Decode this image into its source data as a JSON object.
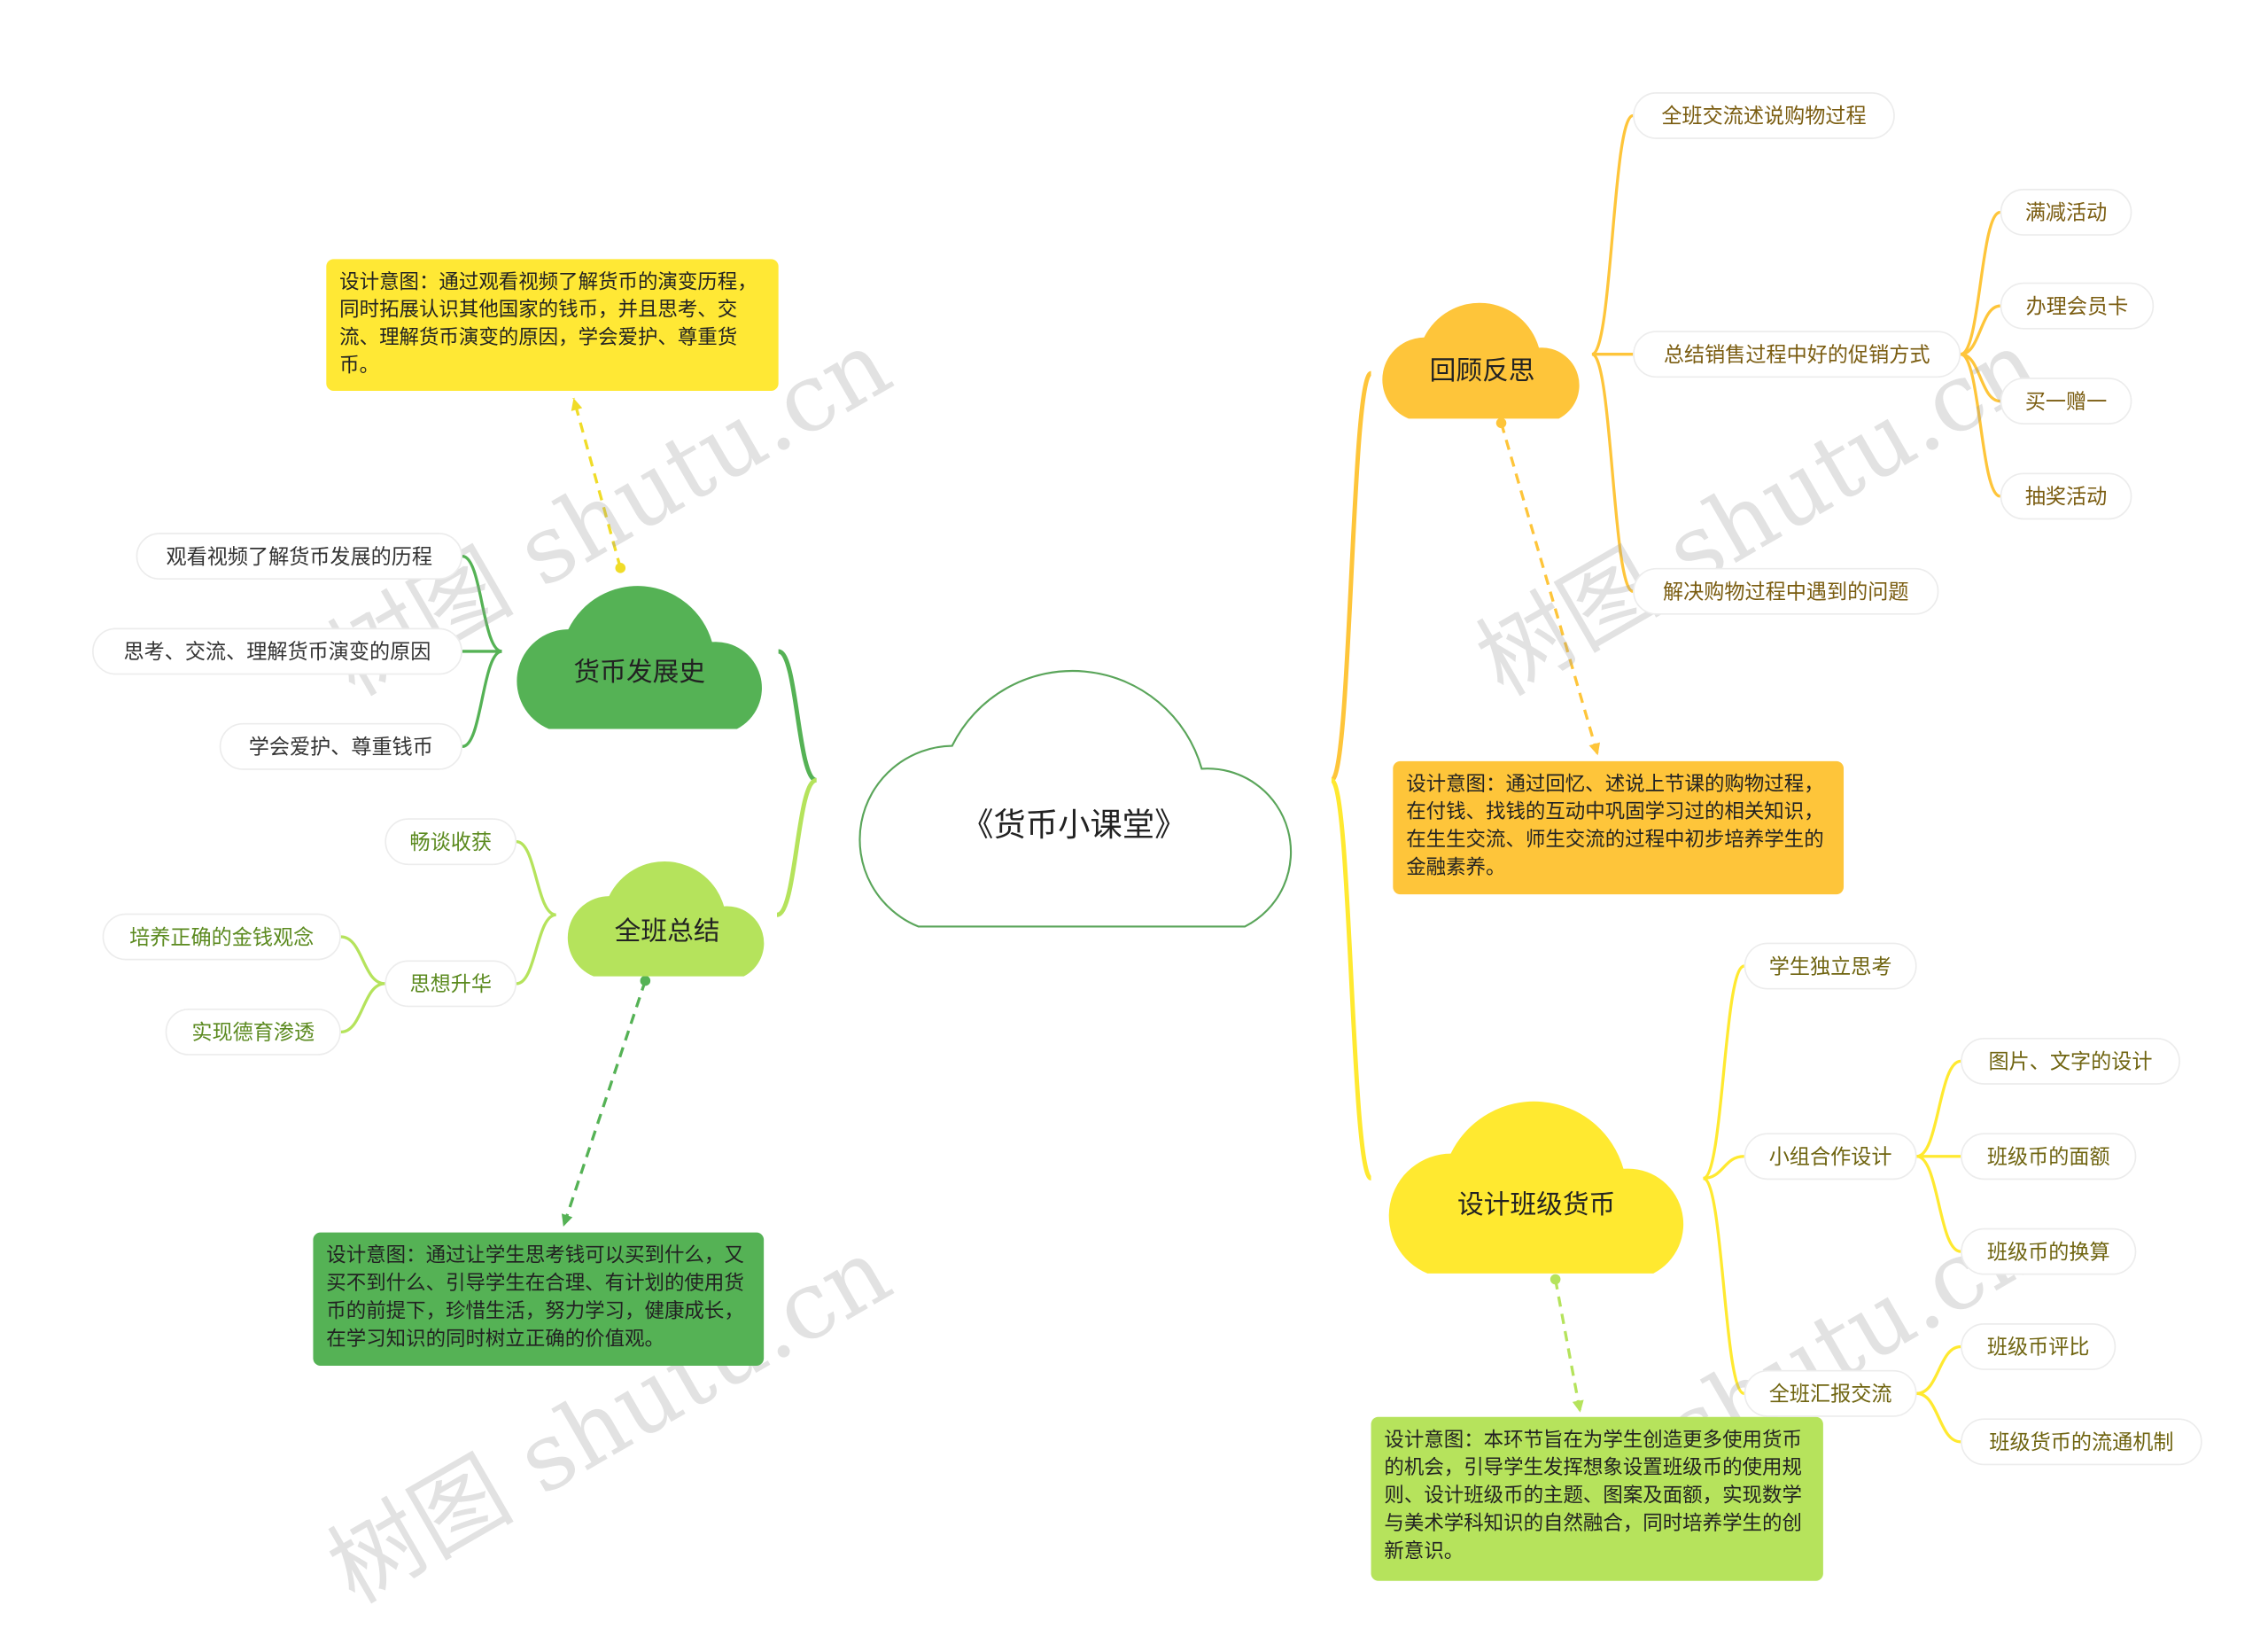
{
  "central": {
    "title": "《货币小课堂》"
  },
  "branches": {
    "history": {
      "title": "货币发展史",
      "children": [
        "观看视频了解货币发展的历程",
        "思考、交流、理解货币演变的原因",
        "学会爱护、尊重钱币"
      ],
      "note": "设计意图：通过观看视频了解货币的演变历程，同时拓展认识其他国家的钱币，并且思考、交流、理解货币演变的原因，学会爱护、尊重货币。"
    },
    "summary": {
      "title": "全班总结",
      "children": [
        "畅谈收获",
        "思想升华"
      ],
      "sublimation_children": [
        "培养正确的金钱观念",
        "实现德育渗透"
      ],
      "note": "设计意图：通过让学生思考钱可以买到什么，又买不到什么、引导学生在合理、有计划的使用货币的前提下，珍惜生活，努力学习，健康成长，在学习知识的同时树立正确的价值观。"
    },
    "review": {
      "title": "回顾反思",
      "children": [
        "全班交流述说购物过程",
        "总结销售过程中好的促销方式",
        "解决购物过程中遇到的问题"
      ],
      "promo_children": [
        "满减活动",
        "办理会员卡",
        "买一赠一",
        "抽奖活动"
      ],
      "note": "设计意图：通过回忆、述说上节课的购物过程，在付钱、找钱的互动中巩固学习过的相关知识，在生生交流、师生交流的过程中初步培养学生的金融素养。"
    },
    "design": {
      "title": "设计班级货币",
      "children": [
        "学生独立思考",
        "小组合作设计",
        "全班汇报交流"
      ],
      "group_children": [
        "图片、文字的设计",
        "班级币的面额",
        "班级币的换算"
      ],
      "report_children": [
        "班级币评比",
        "班级货币的流通机制"
      ],
      "note": "设计意图：本环节旨在为学生创造更多使用货币的机会，引导学生发挥想象设置班级币的使用规则、设计班级币的主题、图案及面额，实现数学与美术学科知识的自然融合，同时培养学生的创新意识。"
    }
  },
  "colors": {
    "history": "#55b255",
    "summary": "#b5e35c",
    "review": "#fec53a",
    "design": "#ffe930",
    "history_note": "#ffe835",
    "central_stroke": "#5aa55a"
  },
  "watermark": "树图 shutu.cn"
}
